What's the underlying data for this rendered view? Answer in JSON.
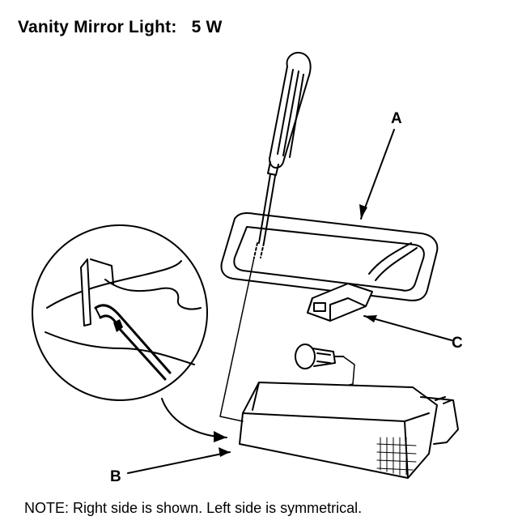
{
  "title": "Vanity Mirror Light:   5 W",
  "note": "NOTE: Right side is shown. Left side is symmetrical.",
  "callouts": {
    "a": "A",
    "b": "B",
    "c": "C"
  },
  "colors": {
    "ink": "#000000",
    "background": "#ffffff"
  }
}
